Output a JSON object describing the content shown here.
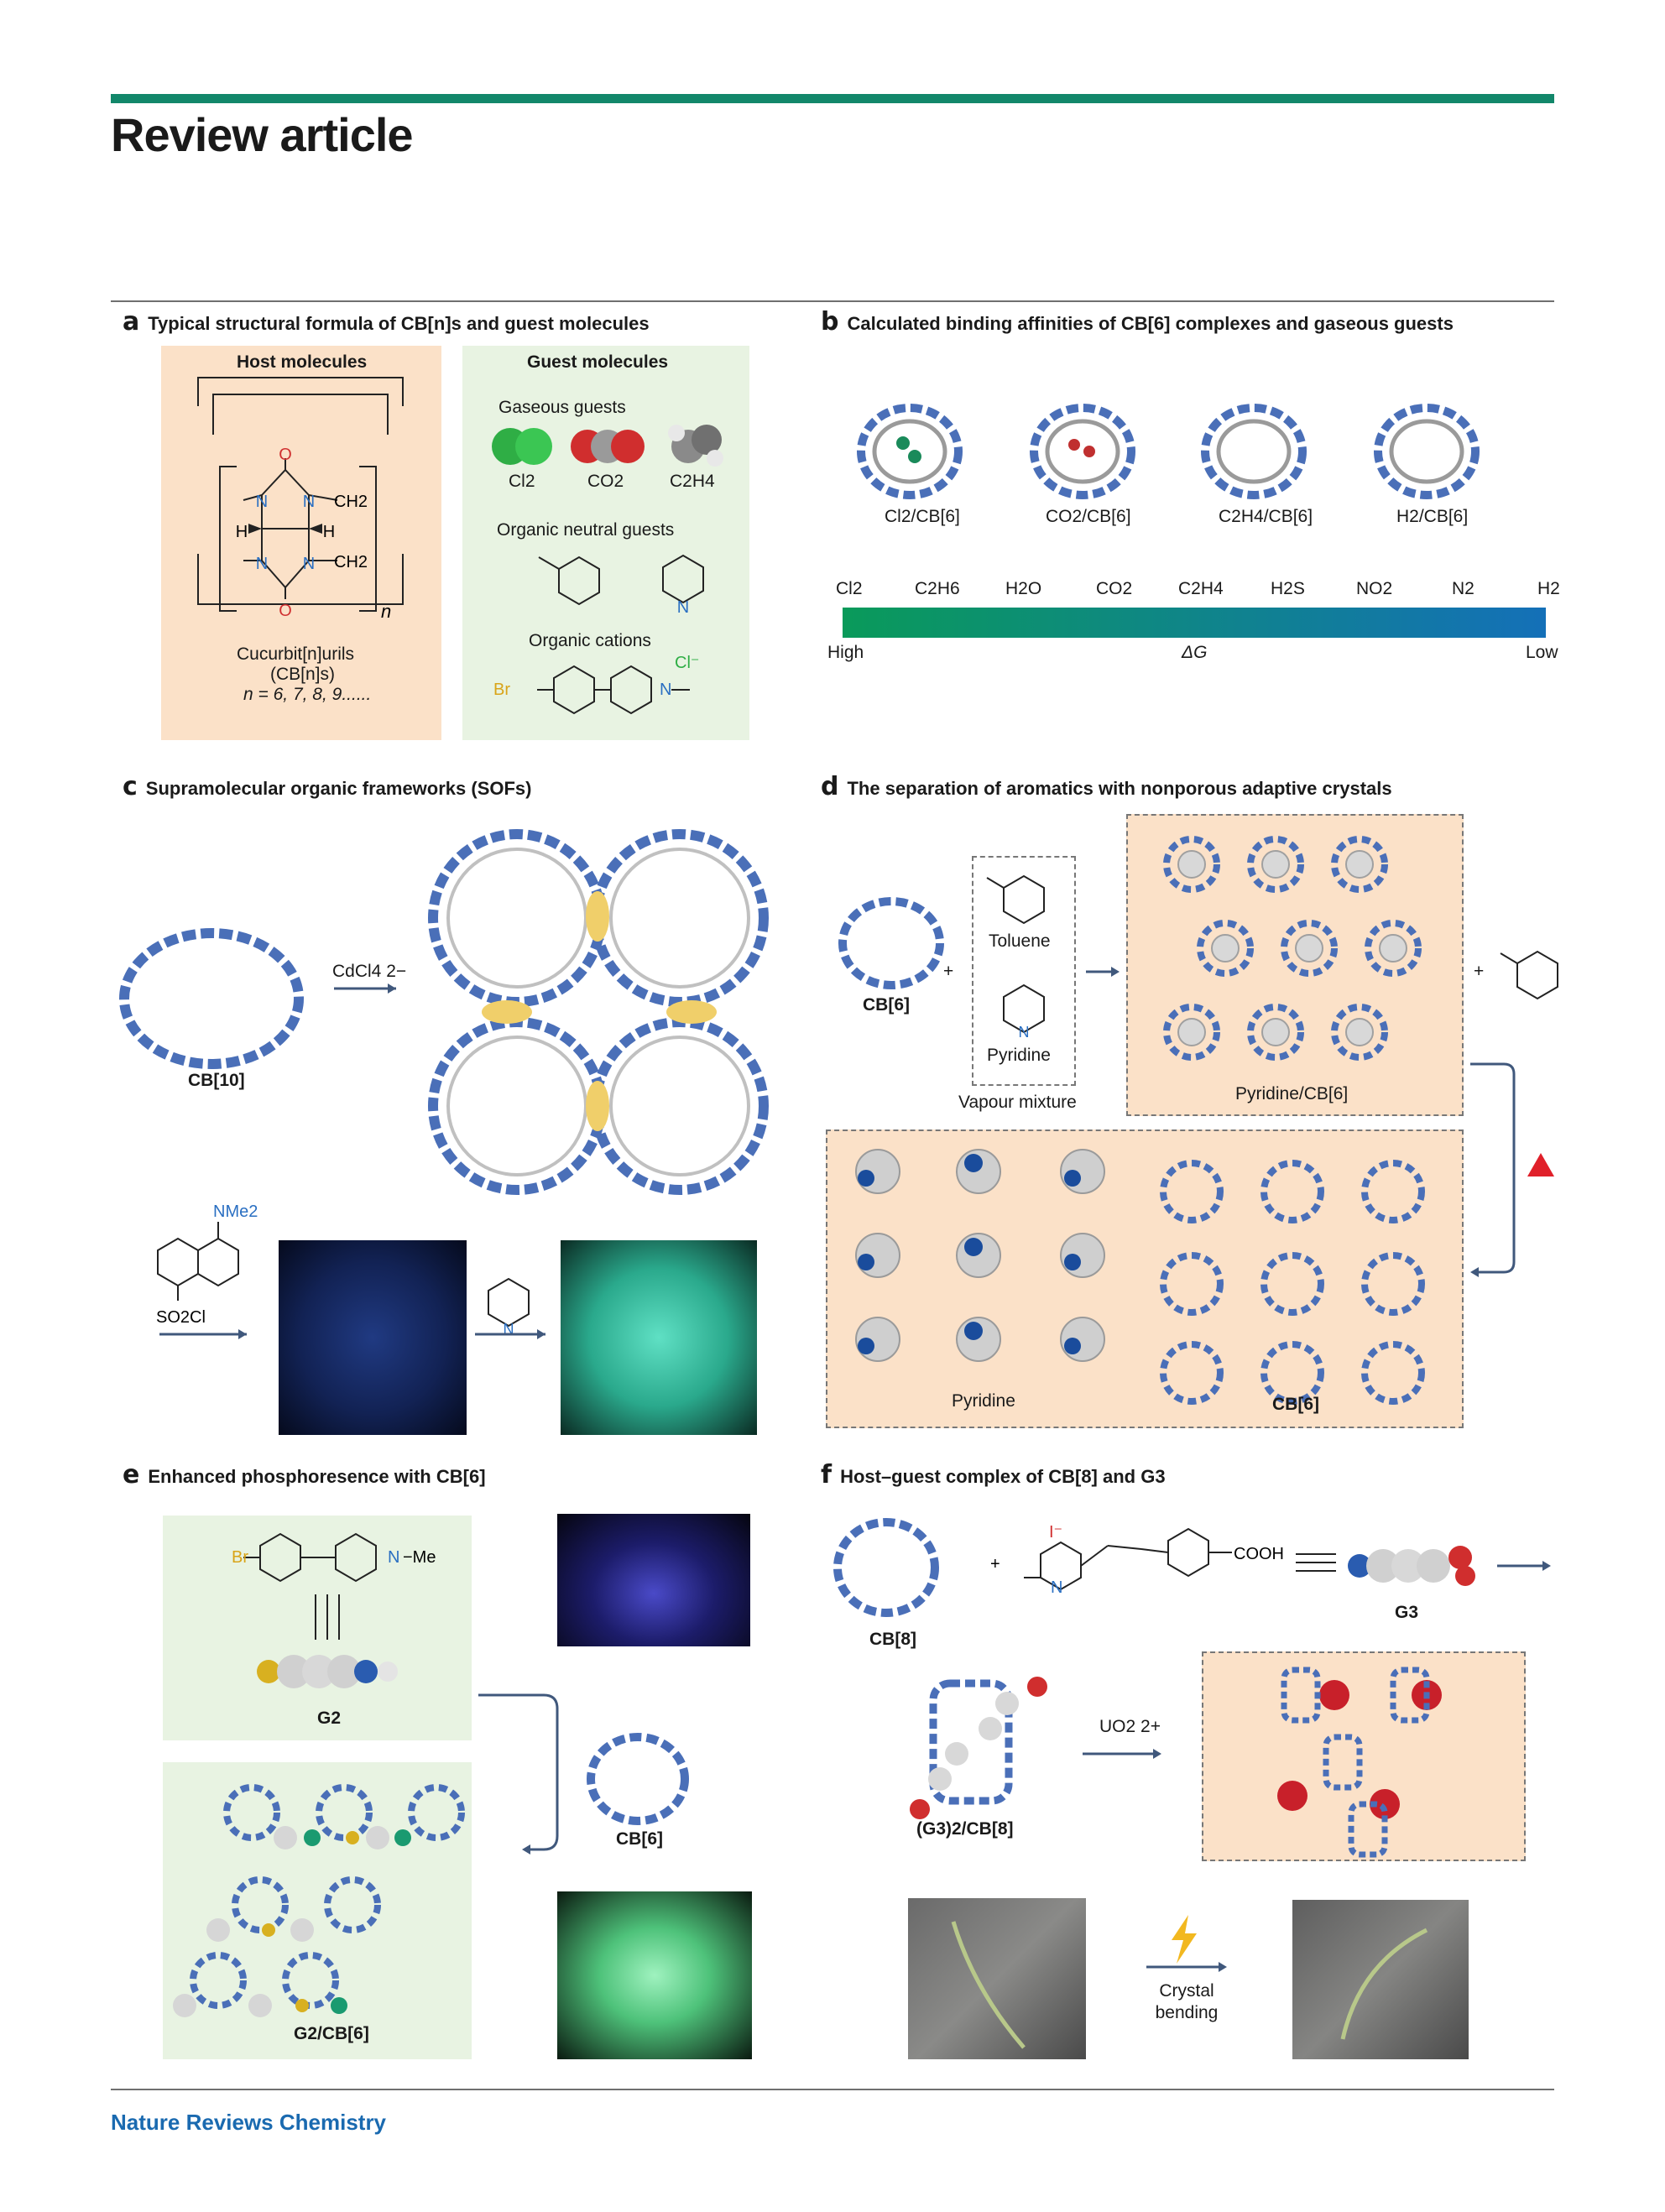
{
  "header": {
    "title": "Review article"
  },
  "footer": {
    "journal": "Nature Reviews Chemistry"
  },
  "colors": {
    "accent": "#12876a",
    "journal_blue": "#1a6ab0",
    "host_box": "#fbe1c8",
    "guest_box": "#e8f3e2"
  },
  "panels": {
    "a": {
      "letter": "a",
      "title": "Typical structural formula of CB[n]s and guest molecules",
      "host_heading": "Host molecules",
      "guest_heading": "Guest molecules",
      "host_name_1": "Cucurbit[n]urils",
      "host_name_2": "(CB[n]s)",
      "host_name_3": "n = 6, 7, 8, 9......",
      "gaseous_heading": "Gaseous guests",
      "gases": [
        "Cl2",
        "CO2",
        "C2H4"
      ],
      "neutral_heading": "Organic neutral guests",
      "cations_heading": "Organic cations",
      "atoms": {
        "O": "O",
        "N": "N",
        "H": "H",
        "CH2": "CH2",
        "n": "n",
        "Br": "Br",
        "Cl": "Cl⁻"
      }
    },
    "b": {
      "letter": "b",
      "title": "Calculated binding affinities of CB[6] complexes and gaseous guests",
      "complexes": [
        "Cl2/CB[6]",
        "CO2/CB[6]",
        "C2H4/CB[6]",
        "H2/CB[6]"
      ],
      "scale_labels": [
        "Cl2",
        "C2H6",
        "H2O",
        "CO2",
        "C2H4",
        "H2S",
        "NO2",
        "N2",
        "H2"
      ],
      "high": "High",
      "delta": "ΔG",
      "low": "Low"
    },
    "c": {
      "letter": "c",
      "title": "Supramolecular organic frameworks (SOFs)",
      "host": "CB[10]",
      "reagent": "CdCl4 2−",
      "amine": "NMe2",
      "sulfonyl": "SO2Cl",
      "pyridine_n": "N"
    },
    "d": {
      "letter": "d",
      "title": "The separation of aromatics with nonporous adaptive crystals",
      "host": "CB[6]",
      "toluene": "Toluene",
      "pyridine": "Pyridine",
      "mixture": "Vapour mixture",
      "complex": "Pyridine/CB[6]",
      "pyridine_bottom": "Pyridine",
      "host_bottom": "CB[6]",
      "plus": "+"
    },
    "e": {
      "letter": "e",
      "title": "Enhanced phosphoresence with CB[6]",
      "guest": "G2",
      "complex": "G2/CB[6]",
      "host": "CB[6]",
      "br": "Br",
      "n_plus": "N",
      "methyl": "−Me"
    },
    "f": {
      "letter": "f",
      "title": "Host–guest complex of CB[8] and G3",
      "host": "CB[8]",
      "guest": "G3",
      "complex": "(G3)2/CB[8]",
      "reagent": "UO2 2+",
      "acid": "COOH",
      "iodide": "I⁻",
      "bending": "Crystal bending",
      "plus": "+"
    }
  }
}
